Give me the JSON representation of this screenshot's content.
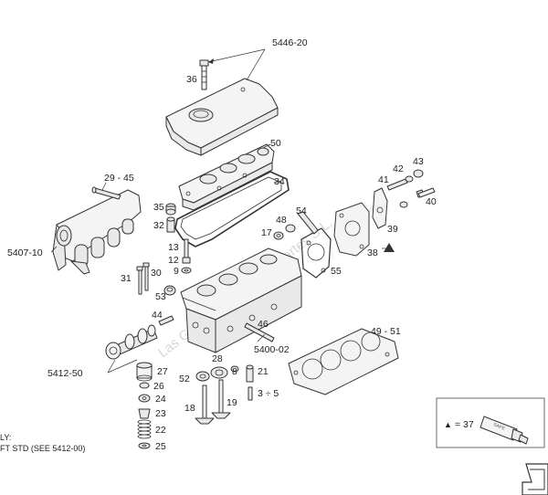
{
  "callouts": [
    "5446-20",
    "36",
    "50",
    "34",
    "29 - 45",
    "35",
    "32",
    "13",
    "12",
    "9",
    "5407-10",
    "31",
    "30",
    "53",
    "44",
    "17",
    "48",
    "54",
    "55",
    "39",
    "38",
    "41",
    "42",
    "43",
    "40",
    "46",
    "5400-02",
    "49 - 51",
    "5412-50",
    "27",
    "26",
    "24",
    "23",
    "22",
    "25",
    "52",
    "28",
    "8",
    "21",
    "3 ÷ 5",
    "18",
    "19"
  ],
  "watermark": "Las Grúas Mecánicas Y Partes S.L.",
  "watermark_small": "www.lasgruas.com",
  "footer": {
    "line1": "LY:",
    "line2": "FT STD (SEE 5412-00)"
  },
  "legend": {
    "symbol": "▲",
    "text": "= 37",
    "tube_label": "SAFE"
  }
}
